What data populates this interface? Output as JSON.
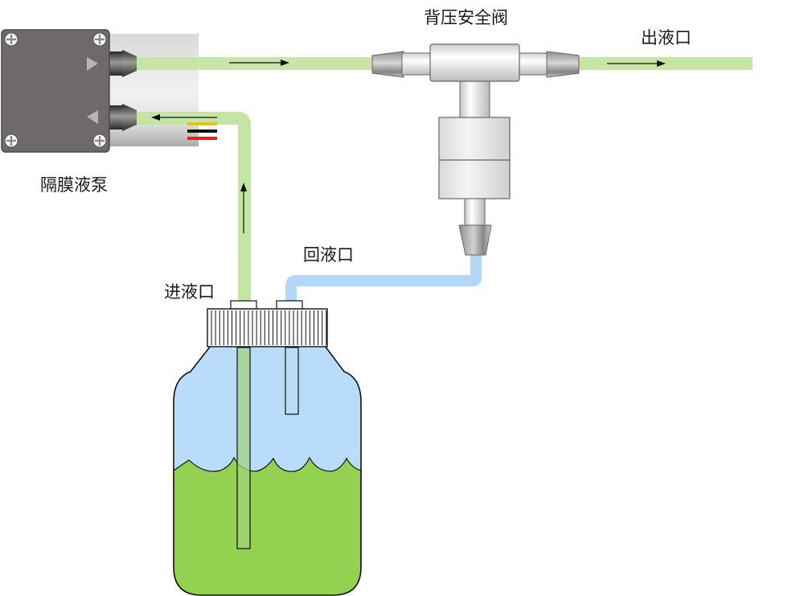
{
  "title": "隔膜液泵 循环回路示意图",
  "labels": {
    "pump": "隔膜液泵",
    "valve": "背压安全阀",
    "outlet": "出液口",
    "return_port": "回液口",
    "inlet": "进液口"
  },
  "colors": {
    "supply_tube": "#c5e5a5",
    "return_tube": "#b3d7f7",
    "liquid": "#93d251",
    "bottle_air": "#b8dcf9",
    "pump_body": "#6e6a69",
    "wire_yellow": "#e6c21e",
    "wire_black": "#111111",
    "wire_red": "#e82020"
  },
  "flow": [
    {
      "from": "bottle",
      "to": "pump",
      "via": "进液口",
      "direction": "up"
    },
    {
      "from": "pump",
      "to": "valve",
      "direction": "right"
    },
    {
      "from": "valve",
      "to": "outlet",
      "via": "出液口",
      "direction": "right"
    },
    {
      "from": "valve",
      "to": "bottle",
      "via": "回液口",
      "direction": "down"
    }
  ],
  "pump_wires": [
    "yellow",
    "black",
    "red"
  ]
}
